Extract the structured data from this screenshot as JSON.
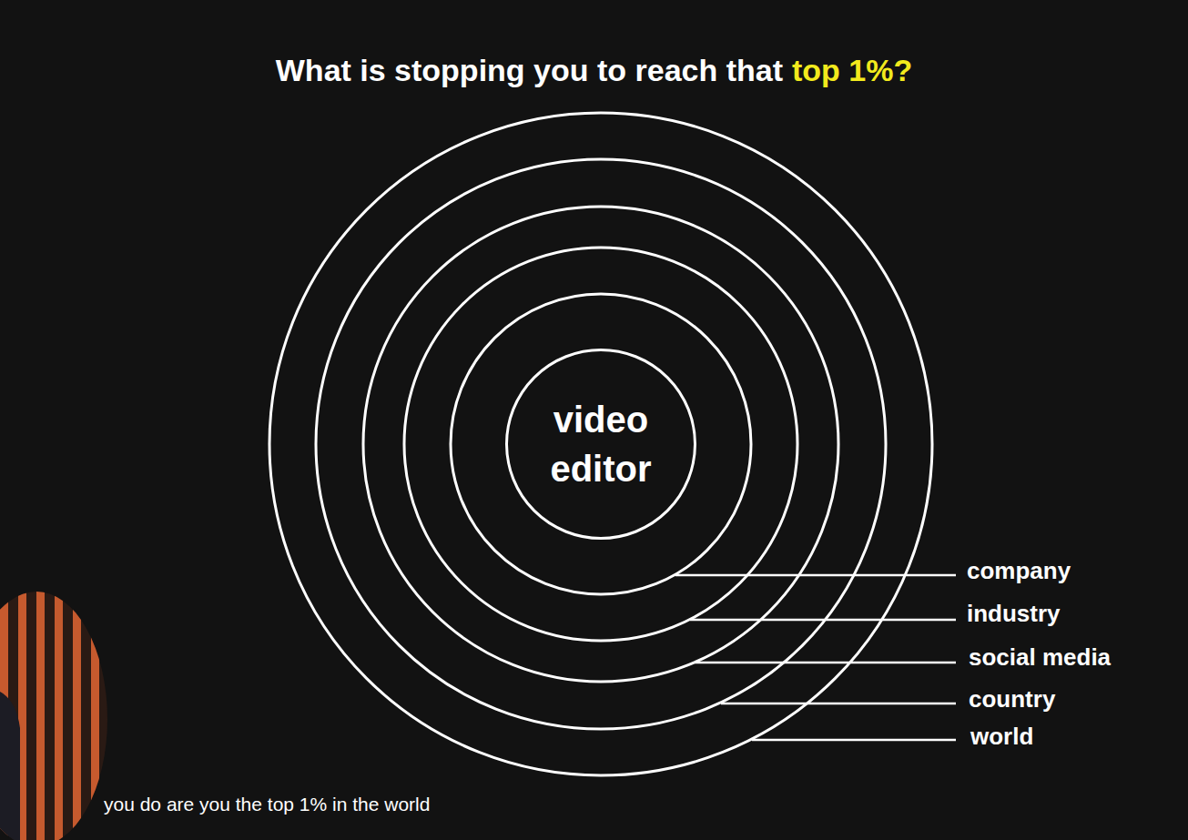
{
  "diagram": {
    "title": "What is stopping you to reach that",
    "caption": "you do are you the top 1% in the world",
    "nodes": [
      {
        "text": [
          "video editor"
        ]
      }
    ],
    "labels": [
      "top 1%?",
      "company",
      "industry",
      "social media",
      "country",
      "world"
    ]
  }
}
